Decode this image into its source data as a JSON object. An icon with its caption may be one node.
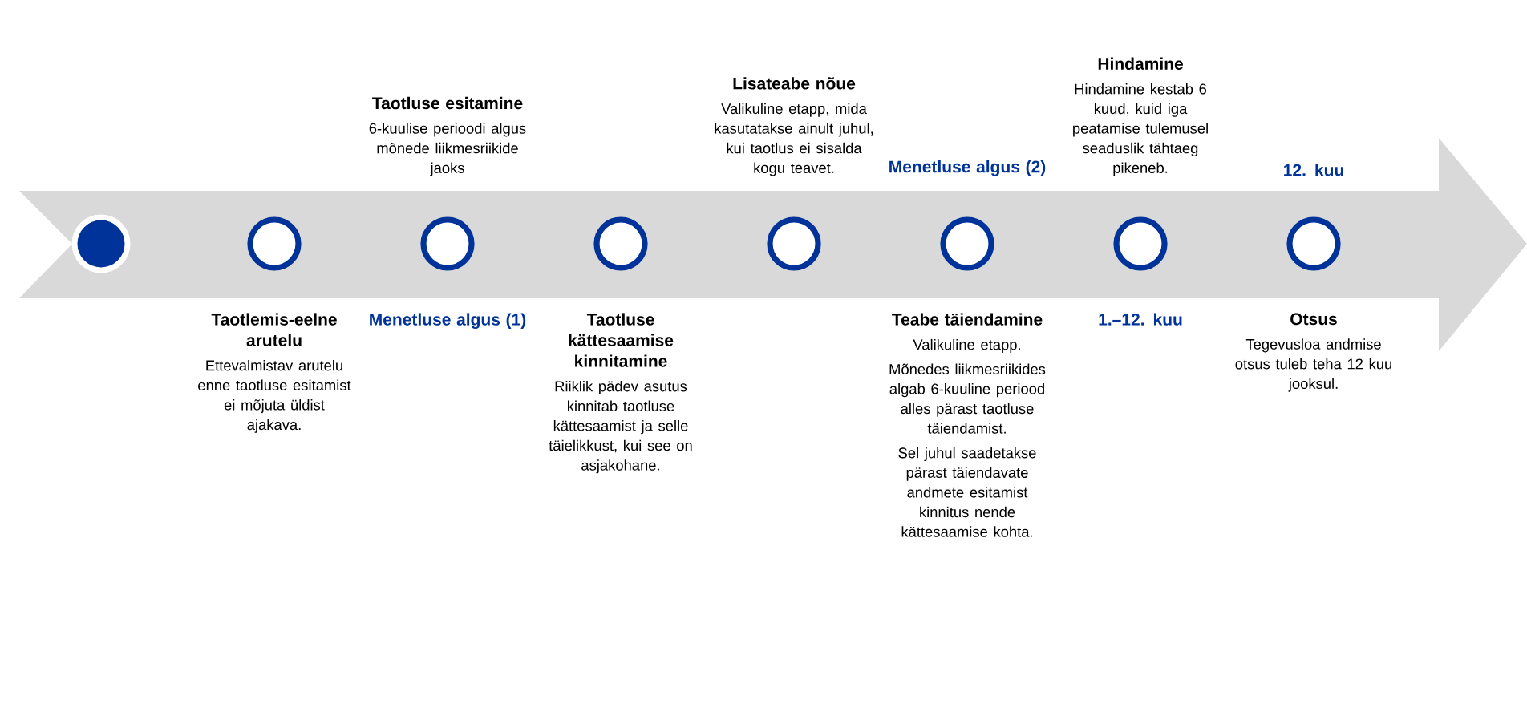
{
  "diagram": {
    "nodes": [
      {
        "text": [],
        "shape": "circle"
      },
      {
        "text": [],
        "shape": "circle",
        "beside": [
          "Taotlemis-eelne arutelu",
          "Ettevalmistav arutelu enne taotluse esitamist ei mõjuta üldist ajakava."
        ]
      },
      {
        "text": [],
        "shape": "circle",
        "beside": [
          "Taotluse esitamine",
          "6-kuulise perioodi algus mõnede liikmesriikide jaoks",
          "Menetluse algus (1)"
        ]
      },
      {
        "text": [],
        "shape": "circle",
        "beside": [
          "Taotluse kättesaamise kinnitamine",
          "Riiklik pädev asutus kinnitab taotluse kättesaamist ja selle täielikkust, kui see on asjakohane."
        ]
      },
      {
        "text": [],
        "shape": "circle",
        "beside": [
          "Lisateabe nõue",
          "Valikuline etapp, mida kasutatakse ainult juhul, kui taotlus ei sisalda kogu teavet."
        ]
      },
      {
        "text": [],
        "shape": "circle",
        "beside": [
          "Menetluse algus (2)",
          "Teabe täiendamine",
          "Valikuline etapp.",
          "Mõnedes liikmesriikides algab 6-kuuline periood alles pärast taotluse täiendamist.",
          "Sel juhul saadetakse pärast täiendavate andmete esitamist kinnitus nende kättesaamise kohta."
        ]
      },
      {
        "text": [],
        "shape": "circle",
        "beside": [
          "Hindamine",
          "Hindamine kestab 6 kuud, kuid iga peatamise tulemusel seaduslik tähtaeg pikeneb.",
          "1.–12. kuu"
        ]
      },
      {
        "text": [],
        "shape": "circle",
        "beside": [
          "12. kuu",
          "Otsus",
          "Tegevusloa andmise otsus tuleb teha 12 kuu jooksul."
        ]
      }
    ]
  }
}
